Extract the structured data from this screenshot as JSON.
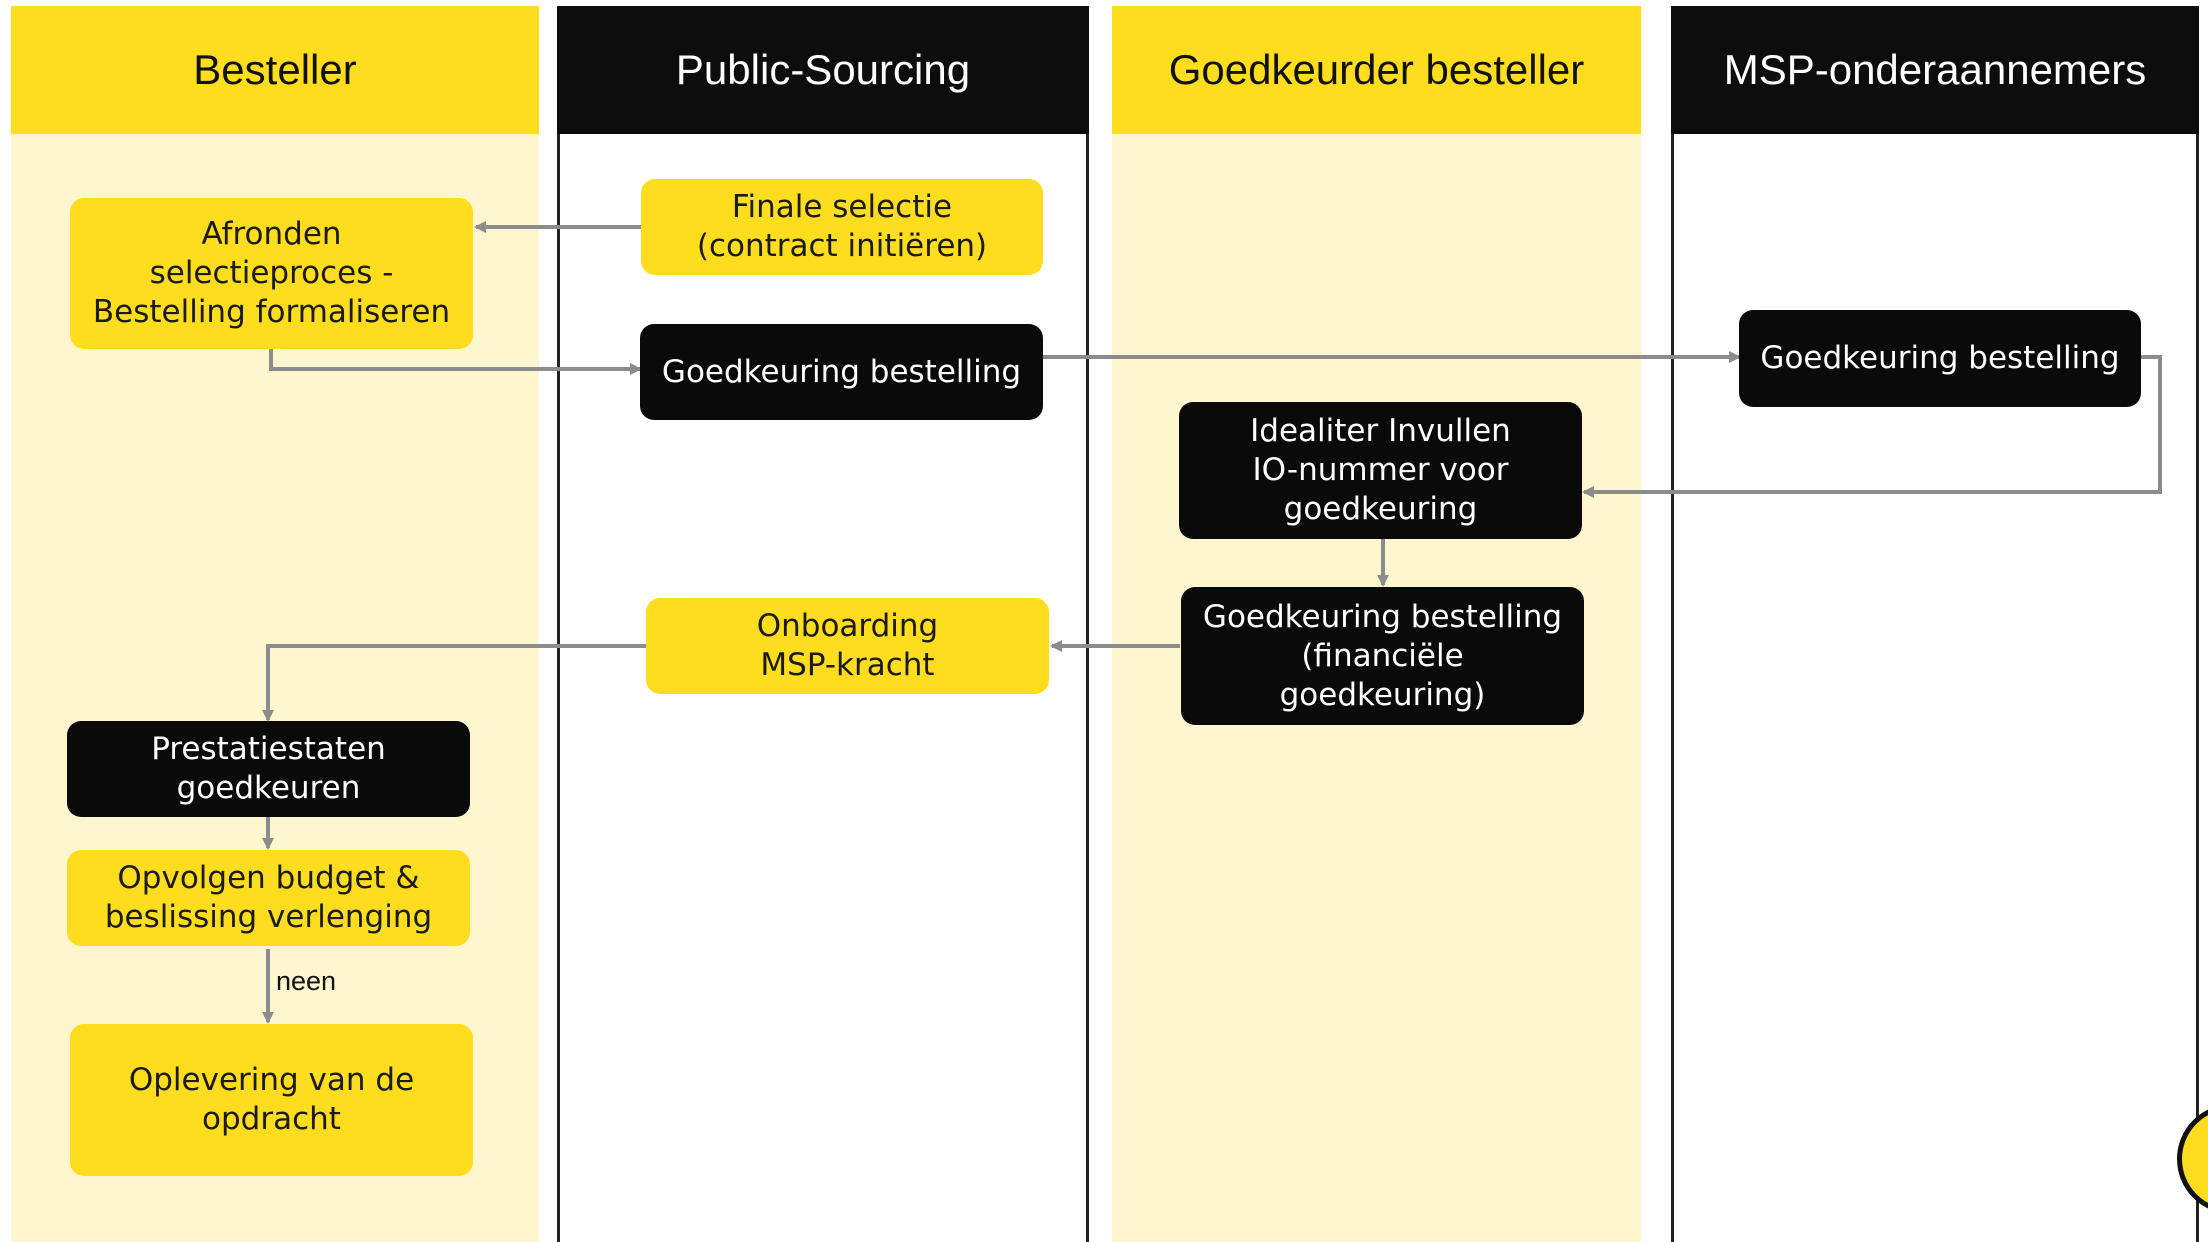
{
  "lanes": {
    "besteller": "Besteller",
    "public_sourcing": "Public-Sourcing",
    "goedkeurder": "Goedkeurder besteller",
    "msp": "MSP-onderaannemers"
  },
  "nodes": {
    "afronden": "Afronden\nselectieproces -\nBestelling formaliseren",
    "finale_selectie": "Finale selectie\n(contract initiëren)",
    "goedkeuring_ps": "Goedkeuring bestelling",
    "goedkeuring_msp": "Goedkeuring bestelling",
    "io_nummer": "Idealiter Invullen\nIO-nummer voor\ngoedkeuring",
    "financiele": "Goedkeuring bestelling\n(financiële\ngoedkeuring)",
    "onboarding": "Onboarding\nMSP-kracht",
    "prestatiestaten": "Prestatiestaten\ngoedkeuren",
    "opvolgen": "Opvolgen budget &\nbeslissing verlenging",
    "oplevering": "Oplevering van de\nopdracht"
  },
  "edge_labels": {
    "neen": "neen"
  },
  "colors": {
    "accent_yellow": "#fddd1d",
    "lane_yellow": "#fdf6cf",
    "black": "#0a0a0a",
    "connector": "#8c8c8c"
  }
}
